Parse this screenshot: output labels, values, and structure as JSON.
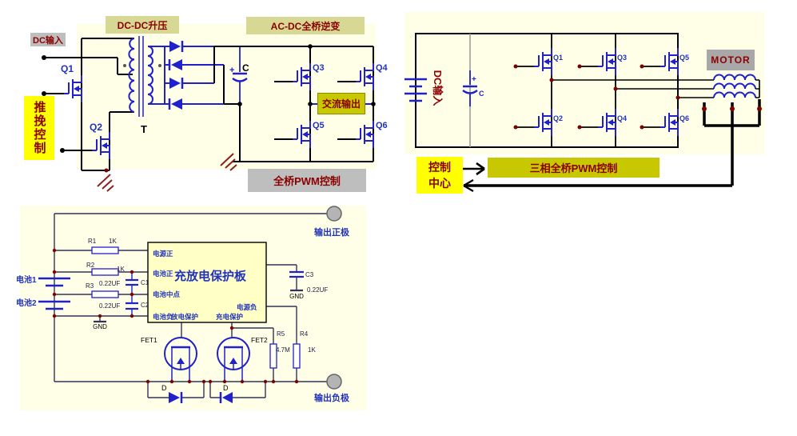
{
  "colors": {
    "ivory": "#FFFFE8",
    "khaki": "#D8D895",
    "olive": "#C8C800",
    "yellow": "#FFFF00",
    "gray_label": "#BEBEBE",
    "motor_gray": "#A8A8A8",
    "dark_red_text": "#8B0000",
    "component_blue": "#2020CC",
    "board_yellow": "#FFFFC6",
    "blue_text": "#2233BB"
  },
  "pushpull_inverter": {
    "dc_input_label": "DC输入",
    "dcdc_boost_label": "DC-DC升压",
    "acdc_inverter_label": "AC-DC全桥逆变",
    "pushpull_control_label": "推挽控制",
    "ac_output_label": "交流输出",
    "bridge_pwm_label": "全桥PWM控制",
    "q1": "Q1",
    "q2": "Q2",
    "q3": "Q3",
    "q4": "Q4",
    "q5": "Q5",
    "q6": "Q6",
    "transformer": "T",
    "cap": "C",
    "cap_polarity": "+"
  },
  "motor_drive": {
    "dc_input_label": "DC输入",
    "motor_label": "MOTOR",
    "control_center_label": "控制中心",
    "three_phase_pwm_label": "三相全桥PWM控制",
    "q1": "Q1",
    "q2": "Q2",
    "q3": "Q3",
    "q4": "Q4",
    "q5": "Q5",
    "q6": "Q6",
    "cap": "C",
    "cap_polarity": "+"
  },
  "battery_protection": {
    "battery1_label": "电池1",
    "battery2_label": "电池2",
    "board_title": "充放电保护板",
    "pin_power_pos": "电源正",
    "pin_batt_pos": "电池正",
    "pin_batt_mid": "电池中点",
    "pin_batt_neg": "电池负",
    "pin_discharge": "放电保护",
    "pin_charge": "充电保护",
    "pin_power_neg": "电源负",
    "output_pos_label": "输出正极",
    "output_neg_label": "输出负极",
    "r1": "R1",
    "r1_value": "1K",
    "r2": "R2",
    "r2_value": "1K",
    "r3": "R3",
    "c1": "C1",
    "c1_value": "0.22UF",
    "c2": "C2",
    "c2_value": "0.22UF",
    "c3": "C3",
    "c3_value": "0.22UF",
    "gnd_left": "GND",
    "gnd_right": "GND",
    "fet1": "FET1",
    "fet2": "FET2",
    "diode1": "D",
    "diode2": "D",
    "r5": "R5",
    "r5_value": "4.7M",
    "r4": "R4",
    "r4_value": "1K"
  }
}
